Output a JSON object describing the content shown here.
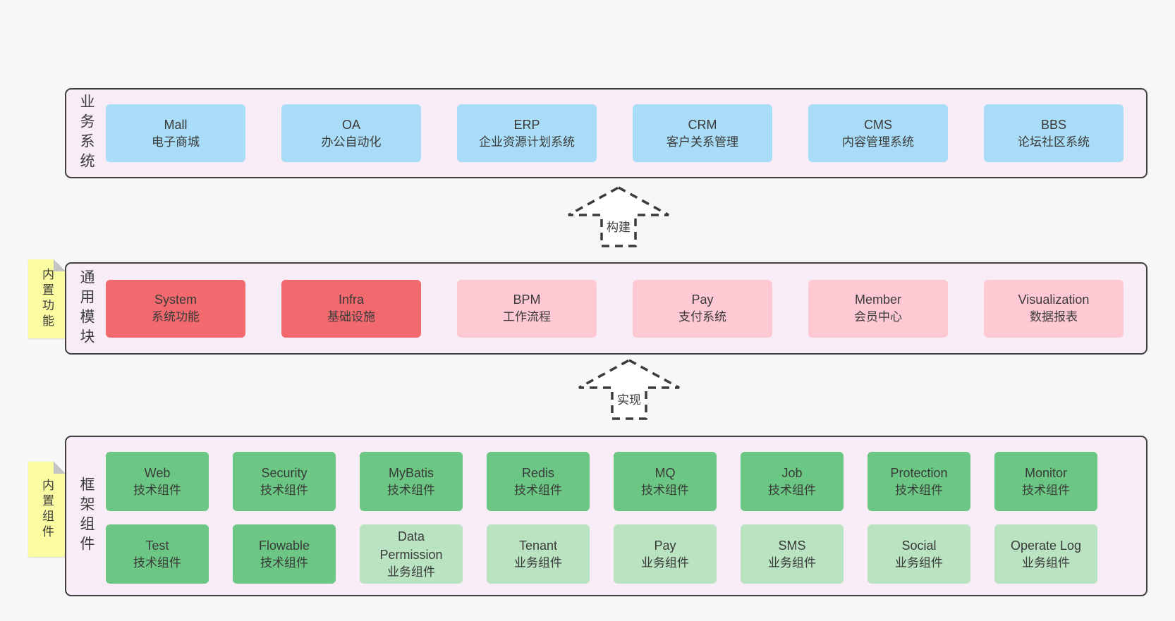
{
  "colors": {
    "background": "#f7f7f7",
    "panel": "#f8edf6",
    "panel_border": "#3f3f3f",
    "blue": "#a9dcf6",
    "red": "#f2696e",
    "pink": "#ffc9d4",
    "green": "#6bc783",
    "light_green": "#b9e3c1",
    "sticky_yellow": "#fbfba1",
    "text": "#3a3a3a",
    "arrow_fill": "#ffffff"
  },
  "arrows": [
    {
      "label": "构建"
    },
    {
      "label": "实现"
    }
  ],
  "layers": [
    {
      "name": "business-systems",
      "side_label": "业务系统",
      "boxes": [
        {
          "en": "Mall",
          "cn": "电子商城"
        },
        {
          "en": "OA",
          "cn": "办公自动化"
        },
        {
          "en": "ERP",
          "cn": "企业资源计划系统"
        },
        {
          "en": "CRM",
          "cn": "客户关系管理"
        },
        {
          "en": "CMS",
          "cn": "内容管理系统"
        },
        {
          "en": "BBS",
          "cn": "论坛社区系统"
        }
      ]
    },
    {
      "name": "common-modules",
      "side_label": "通用模块",
      "sticky_label": "内置功能",
      "boxes": [
        {
          "en": "System",
          "cn": "系统功能",
          "variant": "red"
        },
        {
          "en": "Infra",
          "cn": "基础设施",
          "variant": "red"
        },
        {
          "en": "BPM",
          "cn": "工作流程",
          "variant": "pink"
        },
        {
          "en": "Pay",
          "cn": "支付系统",
          "variant": "pink"
        },
        {
          "en": "Member",
          "cn": "会员中心",
          "variant": "pink"
        },
        {
          "en": "Visualization",
          "cn": "数据报表",
          "variant": "pink"
        }
      ]
    },
    {
      "name": "framework-components",
      "side_label": "框架组件",
      "sticky_label": "内置组件",
      "rows": [
        [
          {
            "en": "Web",
            "cn": "技术组件",
            "variant": "green"
          },
          {
            "en": "Security",
            "cn": "技术组件",
            "variant": "green"
          },
          {
            "en": "MyBatis",
            "cn": "技术组件",
            "variant": "green"
          },
          {
            "en": "Redis",
            "cn": "技术组件",
            "variant": "green"
          },
          {
            "en": "MQ",
            "cn": "技术组件",
            "variant": "green"
          },
          {
            "en": "Job",
            "cn": "技术组件",
            "variant": "green"
          },
          {
            "en": "Protection",
            "cn": "技术组件",
            "variant": "green"
          },
          {
            "en": "Monitor",
            "cn": "技术组件",
            "variant": "green"
          }
        ],
        [
          {
            "en": "Test",
            "cn": "技术组件",
            "variant": "green"
          },
          {
            "en": "Flowable",
            "cn": "技术组件",
            "variant": "green"
          },
          {
            "en": "Data Permission",
            "cn": "业务组件",
            "variant": "light-green"
          },
          {
            "en": "Tenant",
            "cn": "业务组件",
            "variant": "light-green"
          },
          {
            "en": "Pay",
            "cn": "业务组件",
            "variant": "light-green"
          },
          {
            "en": "SMS",
            "cn": "业务组件",
            "variant": "light-green"
          },
          {
            "en": "Social",
            "cn": "业务组件",
            "variant": "light-green"
          },
          {
            "en": "Operate Log",
            "cn": "业务组件",
            "variant": "light-green"
          }
        ]
      ]
    }
  ]
}
